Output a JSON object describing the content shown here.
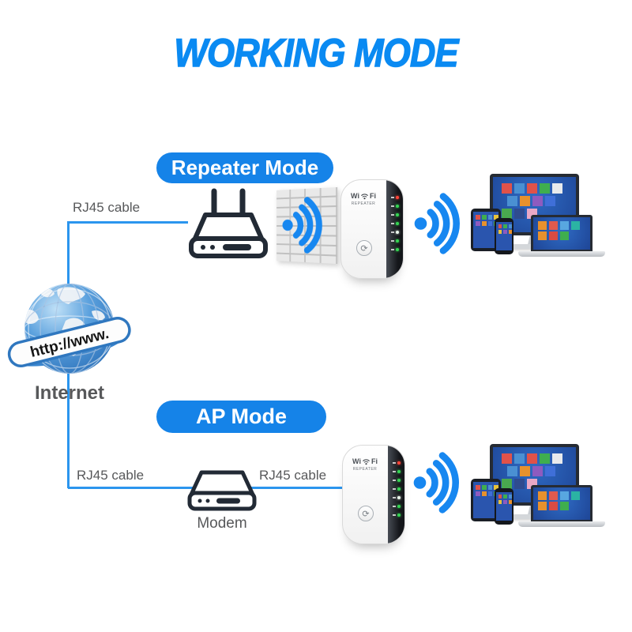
{
  "title": "WORKING MODE",
  "modes": {
    "repeater": {
      "label": "Repeater Mode",
      "cable_label": "RJ45 cable"
    },
    "ap": {
      "label": "AP Mode",
      "cable_label_left": "RJ45 cable",
      "cable_label_right": "RJ45 cable",
      "modem_label": "Modem"
    }
  },
  "internet": {
    "label": "Internet",
    "banner_text": "http://www."
  },
  "repeater_device": {
    "brand_prefix": "Wi",
    "brand_suffix": "Fi",
    "model": "REPEATER",
    "wps_glyph": "⟳",
    "led_colors": [
      "#ff4438",
      "#35d453",
      "#35d453",
      "#35d453",
      "#eaf7ec",
      "#35d453",
      "#35d453"
    ]
  },
  "colors": {
    "title_blue": "#0a8af2",
    "pill_blue": "#1583e8",
    "cable_blue": "#2b95ee",
    "wifi_blue": "#1787f0",
    "outline_dark": "#222a35",
    "label_gray": "#57585a",
    "screen_blue": "#2a55ae"
  },
  "devices": {
    "monitor_tiles": [
      [
        "#e0524a",
        "#4a90d2",
        "#e0524a",
        "#3fae4e",
        "#e8eaec"
      ],
      [
        "#4a90d2",
        "#e8912d",
        "#8e5bbf",
        "#3f6fd8",
        ""
      ],
      [
        "#49a94f",
        "#2f4b8f",
        "#e9a8c6",
        "",
        ""
      ]
    ],
    "laptop_tiles": [
      [
        "#e8912d",
        "#e05a4e",
        "#58a7e0",
        "#2bb3a3"
      ],
      [
        "#e8912d",
        "#d94b43",
        "#3fae4e",
        ""
      ]
    ],
    "tablet_tiles": [
      [
        "#e0524a",
        "#3fae4e",
        "#4a90d2",
        "#e8c23a"
      ],
      [
        "#8e5bbf",
        "#e8912d",
        "#3f6fd8",
        "#49a94f"
      ]
    ],
    "phone_tiles": [
      [
        "#e0524a",
        "#3fae4e",
        "#4a90d2"
      ],
      [
        "#e8c23a",
        "#8e5bbf",
        "#e8912d"
      ]
    ]
  }
}
